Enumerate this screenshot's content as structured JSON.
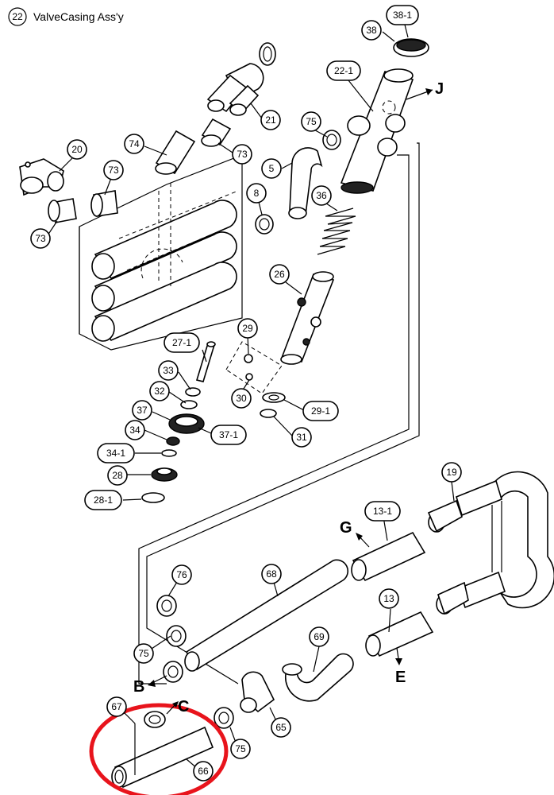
{
  "header": {
    "section_number": "22",
    "title": "ValveCasing Ass'y"
  },
  "callouts": [
    {
      "id": "c-38-1",
      "text": "38-1"
    },
    {
      "id": "c-38",
      "text": "38"
    },
    {
      "id": "c-22-1",
      "text": "22-1"
    },
    {
      "id": "c-21",
      "text": "21"
    },
    {
      "id": "c-74",
      "text": "74"
    },
    {
      "id": "c-73a",
      "text": "73"
    },
    {
      "id": "c-75a",
      "text": "75"
    },
    {
      "id": "c-5",
      "text": "5"
    },
    {
      "id": "c-20",
      "text": "20"
    },
    {
      "id": "c-73b",
      "text": "73"
    },
    {
      "id": "c-73c",
      "text": "73"
    },
    {
      "id": "c-8",
      "text": "8"
    },
    {
      "id": "c-36",
      "text": "36"
    },
    {
      "id": "c-26",
      "text": "26"
    },
    {
      "id": "c-27-1",
      "text": "27-1"
    },
    {
      "id": "c-29",
      "text": "29"
    },
    {
      "id": "c-33",
      "text": "33"
    },
    {
      "id": "c-32",
      "text": "32"
    },
    {
      "id": "c-30",
      "text": "30"
    },
    {
      "id": "c-29-1",
      "text": "29-1"
    },
    {
      "id": "c-37",
      "text": "37"
    },
    {
      "id": "c-37-1",
      "text": "37-1"
    },
    {
      "id": "c-31",
      "text": "31"
    },
    {
      "id": "c-34",
      "text": "34"
    },
    {
      "id": "c-34-1",
      "text": "34-1"
    },
    {
      "id": "c-28",
      "text": "28"
    },
    {
      "id": "c-28-1",
      "text": "28-1"
    },
    {
      "id": "c-19",
      "text": "19"
    },
    {
      "id": "c-13-1",
      "text": "13-1"
    },
    {
      "id": "c-76",
      "text": "76"
    },
    {
      "id": "c-68",
      "text": "68"
    },
    {
      "id": "c-13",
      "text": "13"
    },
    {
      "id": "c-69",
      "text": "69"
    },
    {
      "id": "c-75b",
      "text": "75"
    },
    {
      "id": "c-67",
      "text": "67"
    },
    {
      "id": "c-65",
      "text": "65"
    },
    {
      "id": "c-75c",
      "text": "75"
    },
    {
      "id": "c-66",
      "text": "66"
    }
  ],
  "direction_labels": {
    "J": "J",
    "G": "G",
    "E": "E",
    "B": "B",
    "C": "C"
  },
  "highlight": {
    "color": "#e8141c"
  }
}
